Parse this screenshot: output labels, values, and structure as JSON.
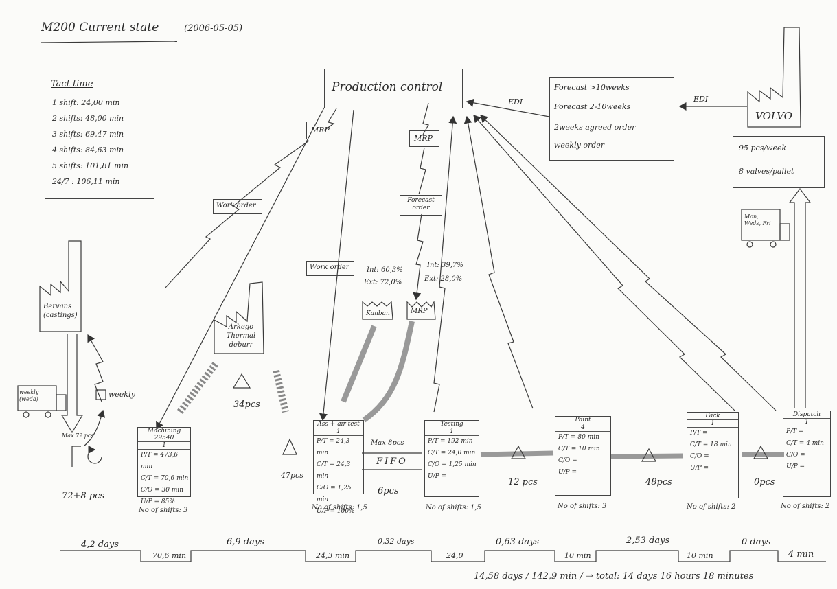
{
  "title": "M200 Current state",
  "date": "(2006-05-05)",
  "takt": {
    "heading": "Tact time",
    "rows": [
      "1 shift: 24,00 min",
      "2 shifts: 48,00 min",
      "3 shifts: 69,47 min",
      "4 shifts: 84,63 min",
      "5 shifts: 101,81 min",
      "24/7 : 106,11 min"
    ]
  },
  "production_control": "Production control",
  "edi_left": "EDI",
  "edi_right": "EDI",
  "forecast": [
    "Forecast >10weeks",
    "Forecast 2-10weeks",
    "2weeks agreed order",
    "weekly order"
  ],
  "customer": {
    "name": "VOLVO",
    "demand": "95 pcs/week",
    "pallet": "8 valves/pallet"
  },
  "truck_right": "Mon, Weds, Fri",
  "mrp1": "MRP",
  "mrp2": "MRP",
  "mrp3": "MRP",
  "forecast_order": "Forecast order",
  "work_order_1": "Work order",
  "work_order_2": "Work order",
  "int_ext_left": [
    "Int: 60,3%",
    "Ext: 72,0%"
  ],
  "int_ext_right": [
    "Int: 39,7%",
    "Ext: 28,0%"
  ],
  "kanban": "Kanban",
  "supplier": {
    "name": "Bervans (castings)",
    "truck": "weekly (weda)",
    "weekly": "weekly",
    "max": "Max 72 pcs",
    "inventory": "72+8 pcs"
  },
  "subcontractor": {
    "name": "Arkego Thermal deburr",
    "inventory": "34pcs"
  },
  "processes": [
    {
      "name": "Machining 29540",
      "op": "1",
      "rows": [
        "P/T = 473,6 min",
        "C/T = 70,6 min",
        "C/O = 30 min",
        "U/P = 85%"
      ],
      "shifts": "No of shifts: 3"
    },
    {
      "name": "Ass + air test",
      "op": "1",
      "rows": [
        "P/T = 24,3 min",
        "C/T = 24,3 min",
        "C/O = 1,25 min",
        "U/P = 100%"
      ],
      "shifts": "No of shifts: 1,5"
    },
    {
      "name": "Testing",
      "op": "1",
      "rows": [
        "P/T = 192 min",
        "C/T = 24,0 min",
        "C/O = 1,25 min",
        "U/P ="
      ],
      "shifts": "No of shifts: 1,5"
    },
    {
      "name": "Paint",
      "op": "4",
      "rows": [
        "P/T = 80 min",
        "C/T = 10 min",
        "C/O =",
        "U/P ="
      ],
      "shifts": "No of shifts: 3"
    },
    {
      "name": "Pack",
      "op": "1",
      "rows": [
        "P/T =",
        "C/T = 18 min",
        "C/O =",
        "U/P ="
      ],
      "shifts": "No of shifts: 2"
    },
    {
      "name": "Dispatch",
      "op": "1",
      "rows": [
        "P/T =",
        "C/T = 4 min",
        "C/O =",
        "U/P ="
      ],
      "shifts": "No of shifts: 2"
    }
  ],
  "inventory": {
    "ass": "47pcs",
    "fifo": "FIFO",
    "fifo_max": "Max 8pcs",
    "fifo_pcs": "6pcs",
    "test_paint": "12 pcs",
    "paint_pack": "48pcs",
    "pack_dispatch": "0pcs"
  },
  "timeline": {
    "days": [
      "4,2 days",
      "6,9 days",
      "0,32 days",
      "0,63 days",
      "2,53 days",
      "0 days"
    ],
    "mins": [
      "70,6 min",
      "24,3 min",
      "24,0",
      "10 min",
      "10 min",
      "4 min"
    ],
    "total": "14,58 days / 142,9 min / ⇒ total: 14 days 16 hours 18 minutes"
  }
}
